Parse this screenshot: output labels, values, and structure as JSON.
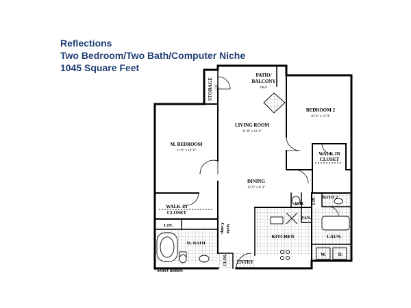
{
  "header": {
    "title": "Reflections",
    "subtitle": "Two Bedroom/Two Bath/Computer Niche",
    "sqft": "1045 Square Feet"
  },
  "rooms": {
    "storage": {
      "name": "STORAGE",
      "dim": "17sf"
    },
    "patio": {
      "name": "PATIO/",
      "name2": "BALCONY",
      "dim": "68 sf"
    },
    "living": {
      "name": "LIVING ROOM",
      "dim": "11' 8\" x 12' 0\""
    },
    "bedroom2": {
      "name": "BEDROOM 2",
      "dim": "10' 8\" x 12' 0\""
    },
    "mbedroom": {
      "name": "M. BEDROOM",
      "dim": "11' 0\" x 14' 8\""
    },
    "walkin2": {
      "name": "WALK-IN",
      "name2": "CLOSET"
    },
    "dining": {
      "name": "DINING",
      "dim": "12' 0\" x 8' 4\""
    },
    "wh": {
      "name": "W.H."
    },
    "lin2": {
      "name": "LIN."
    },
    "bath2": {
      "name": "BATH 2"
    },
    "walkinm": {
      "name": "WALK-IN",
      "name2": "CLOSET"
    },
    "compniche": {
      "name": "Comp.",
      "name2": "Niche"
    },
    "pan": {
      "name": "PAN."
    },
    "linm": {
      "name": "LIN."
    },
    "mbath": {
      "name": "M. BATH"
    },
    "kitchen": {
      "name": "KITCHEN"
    },
    "laun": {
      "name": "LAUN."
    },
    "clos": {
      "name": "CLOS."
    },
    "w": {
      "name": "W."
    },
    "d": {
      "name": "D."
    },
    "entry": {
      "name": "ENTRY"
    }
  },
  "footnote": "*Select homes",
  "colors": {
    "header": "#1f3f73",
    "wall": "#000000",
    "tile": "#cfcfcf"
  }
}
